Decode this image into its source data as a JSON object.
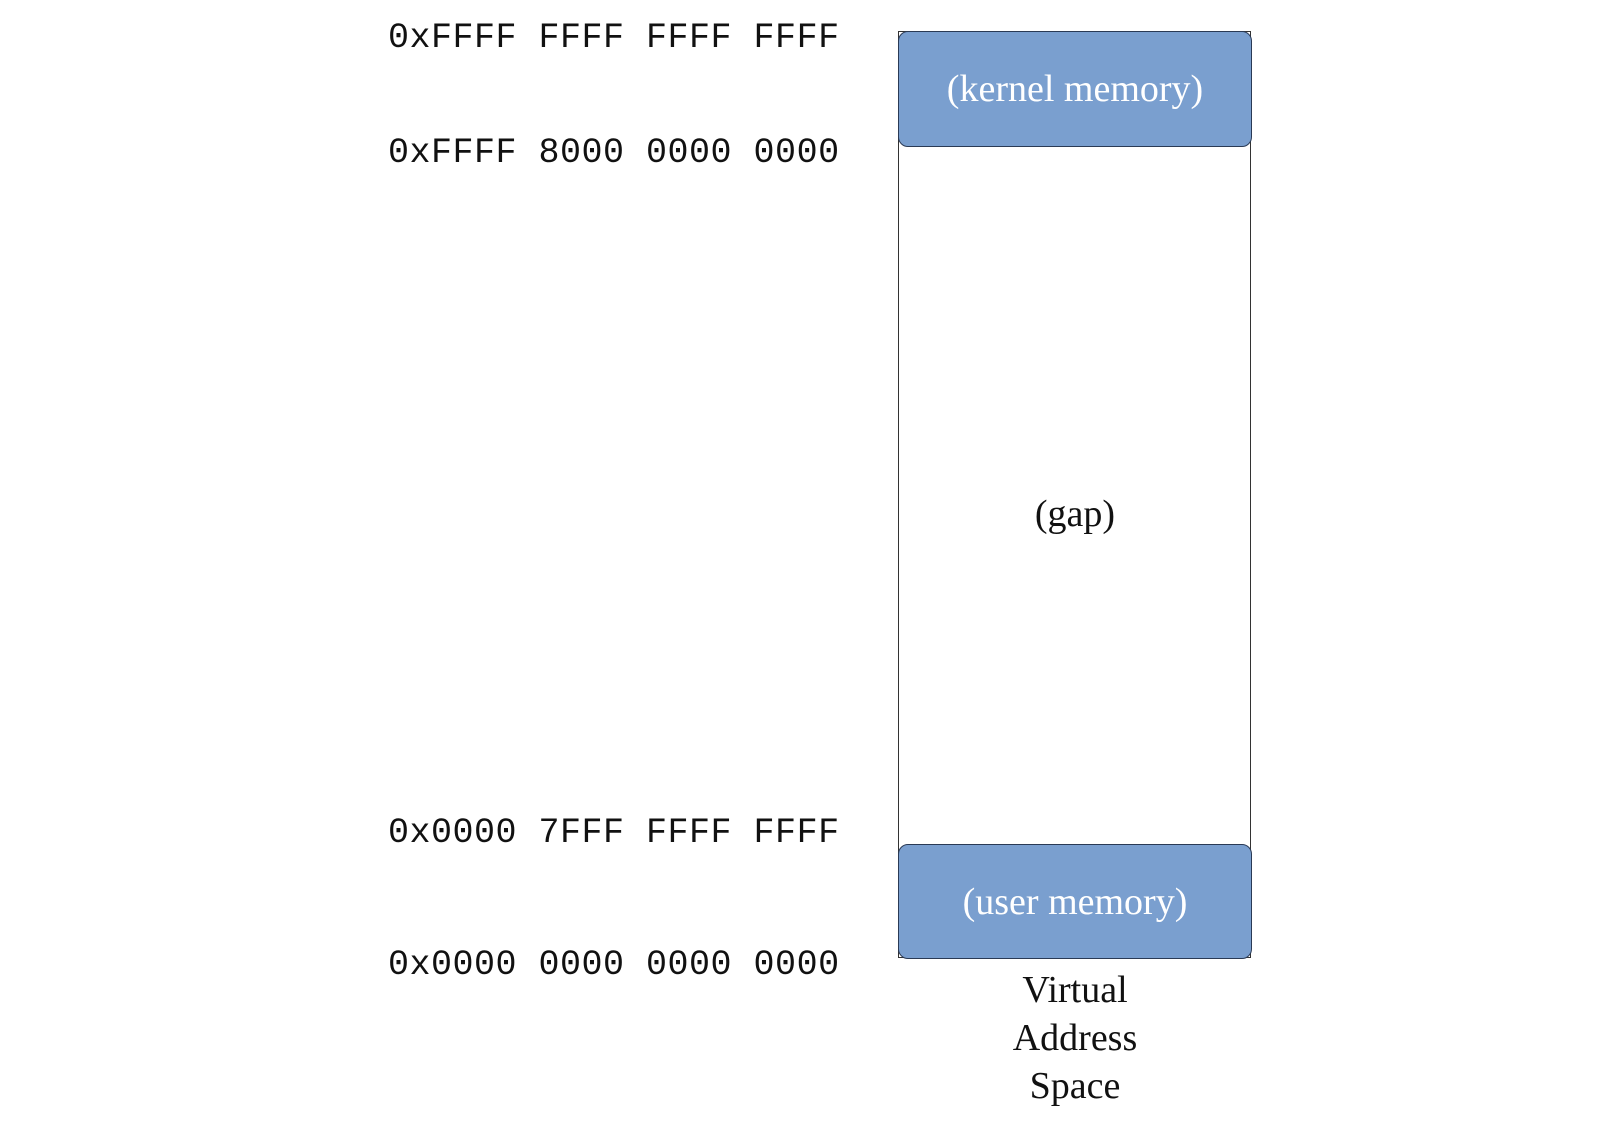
{
  "addresses": {
    "top": "0xFFFF FFFF FFFF FFFF",
    "kernel_base": "0xFFFF 8000 0000 0000",
    "user_top": "0x0000 7FFF FFFF FFFF",
    "bottom": "0x0000 0000 0000 0000"
  },
  "regions": {
    "kernel": {
      "label": "(kernel memory)",
      "color": "#7a9fcf"
    },
    "gap": {
      "label": "(gap)"
    },
    "user": {
      "label": "(user memory)",
      "color": "#7a9fcf"
    }
  },
  "caption": {
    "line1": "Virtual",
    "line2": "Address",
    "line3": "Space"
  }
}
